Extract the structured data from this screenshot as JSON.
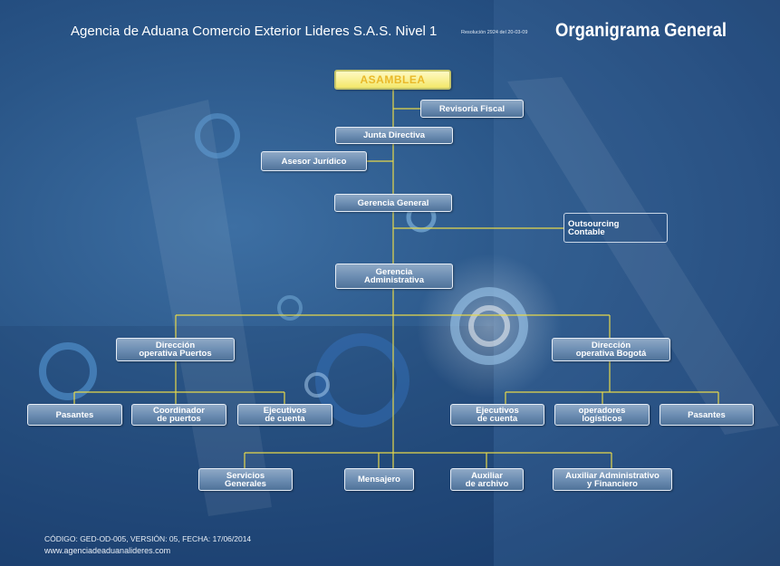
{
  "header": {
    "company": "Agencia de Aduana Comercio Exterior Lideres S.A.S. Nivel 1",
    "resolution": "Resolución 2924 del 20-03-09",
    "title": "Organigrama General"
  },
  "footer": {
    "code": "CÓDIGO: GED-OD-005, VERSIÓN: 05, FECHA: 17/06/2014",
    "website": "www.agenciadeaduanalideres.com"
  },
  "nodes": {
    "asamblea": "ASAMBLEA",
    "revisoria_fiscal": "Revisoría Fiscal",
    "junta_directiva": "Junta Directiva",
    "asesor_juridico": "Asesor Jurídico",
    "gerencia_general": "Gerencia General",
    "outsourcing_contable": "Outsourcing\nContable",
    "gerencia_administrativa": "Gerencia\nAdministrativa",
    "direccion_puertos": "Dirección\noperativa Puertos",
    "direccion_bogota": "Dirección\noperativa Bogotá",
    "pasantes_puertos": "Pasantes",
    "coordinador_puertos": "Coordinador\nde puertos",
    "ejecutivos_puertos": "Ejecutivos\nde cuenta",
    "ejecutivos_bogota": "Ejecutivos\nde cuenta",
    "operadores_logisticos": "operadores\nlogísticos",
    "pasantes_bogota": "Pasantes",
    "servicios_generales": "Servicios\nGenerales",
    "mensajero": "Mensajero",
    "auxiliar_archivo": "Auxiliar\nde archivo",
    "auxiliar_administrativo": "Auxiliar Administrativo\ny Financiero"
  },
  "colors": {
    "connector": "#e6d84a",
    "background": "#2a5688",
    "box_border": "#e6edf6"
  }
}
